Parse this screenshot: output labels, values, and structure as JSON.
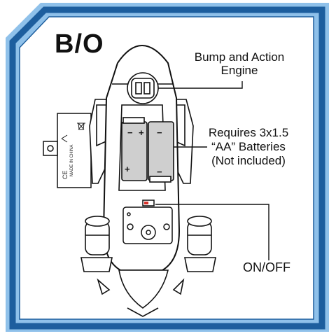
{
  "title": "B/O",
  "callouts": {
    "engine": {
      "line1": "Bump and Action",
      "line2": "Engine"
    },
    "batteries": {
      "line1": "Requires 3x1.5",
      "line2": "“AA” Batteries",
      "line3": "(Not included)"
    },
    "switch": {
      "label": "ON/OFF"
    }
  },
  "compartment_label": {
    "made_in": "MADE IN CHINA",
    "ce_mark": "CE"
  },
  "battery_marks": {
    "plus": "+",
    "minus": "−"
  },
  "colors": {
    "frame_dark": "#1d5e9e",
    "frame_light": "#8fc1ea",
    "battery_fill": "#cfcfcf",
    "switch_red": "#d8322b"
  }
}
